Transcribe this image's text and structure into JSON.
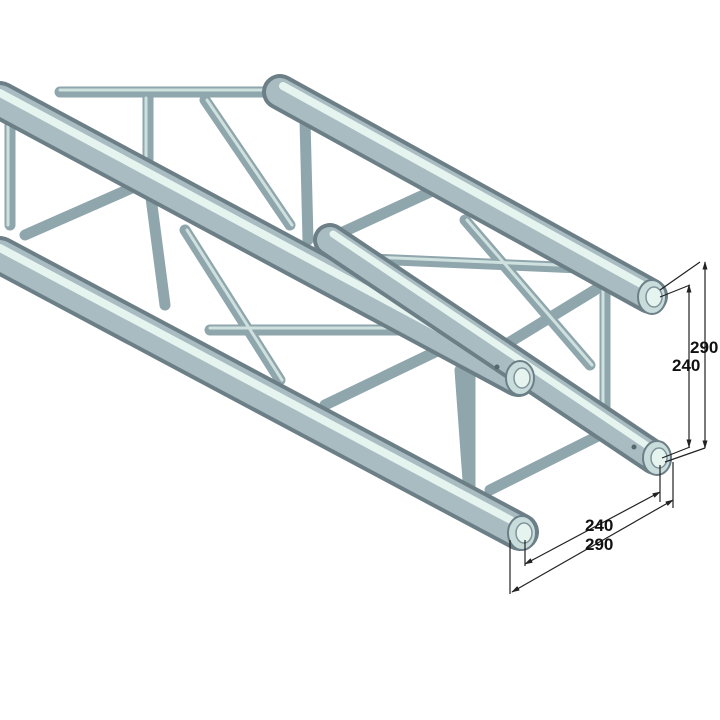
{
  "diagram": {
    "subject": "square aluminium truss segment (4 chords, cross bracing)",
    "colors": {
      "tube_light": "#e6f4f0",
      "tube_mid": "#a9bcc2",
      "tube_dark": "#6c7f87",
      "dimension_line": "#222222",
      "background": "#ffffff"
    },
    "dimensions": {
      "height_outer": "290",
      "height_inner": "240",
      "width_inner": "240",
      "width_outer": "290"
    }
  }
}
